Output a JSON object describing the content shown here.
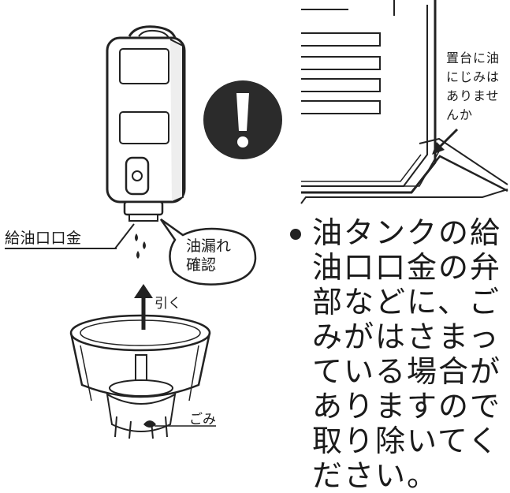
{
  "labels": {
    "fuel_cap": "給油口口金",
    "leak_check_line1": "油漏れ",
    "leak_check_line2": "確認",
    "pull": "引く",
    "dust": "ごみ",
    "stand_note": "置台に油にじみはありませんか"
  },
  "main_text": "油タンクの給油口口金の弁部などに、ごみがはさまっている場合がありますので取り除いてください。",
  "icons": [
    "fuel-tank-icon",
    "warning-exclamation-icon",
    "heater-base-icon",
    "cap-valve-icon",
    "arrow-up-icon",
    "arrow-pointer-icon",
    "oil-drops-icon"
  ],
  "colors": {
    "ink": "#1a1a1a",
    "warning_fill": "#2b2b2b",
    "paper": "#ffffff"
  }
}
